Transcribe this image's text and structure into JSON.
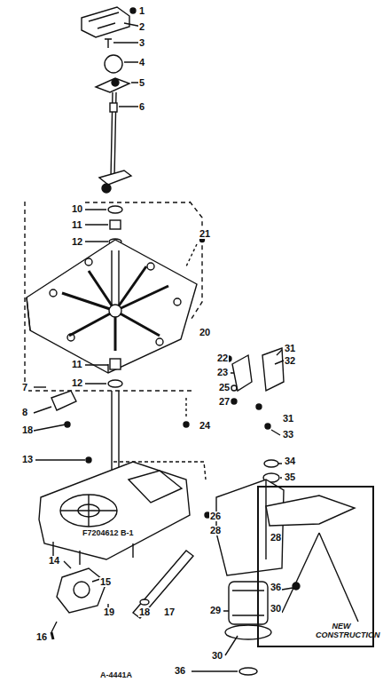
{
  "diagram": {
    "nodes": [
      {
        "text": [
          "NEW CONSTRUCTION"
        ]
      }
    ],
    "labels": [
      "1",
      "2",
      "3",
      "4",
      "5",
      "6",
      "10",
      "11",
      "12",
      "21",
      "20",
      "11",
      "12",
      "22",
      "23",
      "31",
      "32",
      "25",
      "27",
      "7",
      "8",
      "18",
      "24",
      "31",
      "33",
      "13",
      "34",
      "35",
      "26",
      "28",
      "14",
      "15",
      "19",
      "18",
      "17",
      "29",
      "16",
      "30",
      "36",
      "F7204612 B-1",
      "A-4441A",
      "28",
      "36",
      "30"
    ]
  }
}
